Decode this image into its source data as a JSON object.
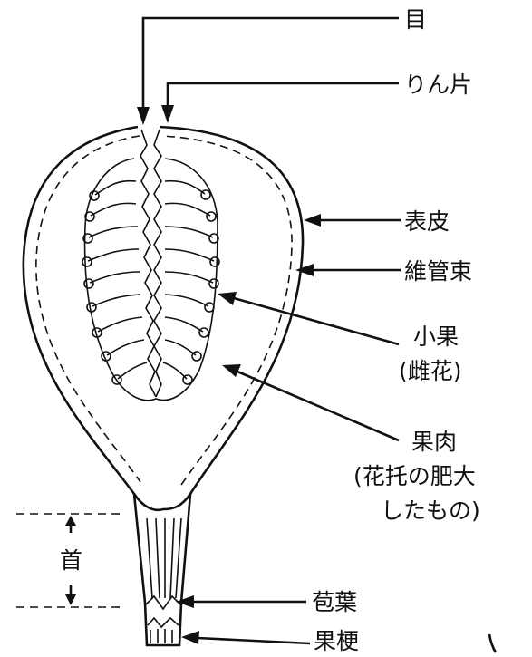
{
  "diagram": {
    "labels": {
      "eye": "目",
      "scale": "りん片",
      "epidermis": "表皮",
      "vascular": "維管束",
      "fruitlet": "小果",
      "fruitlet_note": "(雌花)",
      "flesh": "果肉",
      "flesh_note_1": "(花托の肥大",
      "flesh_note_2": "したもの)",
      "neck": "首",
      "bract": "苞葉",
      "stalk": "果梗"
    }
  }
}
